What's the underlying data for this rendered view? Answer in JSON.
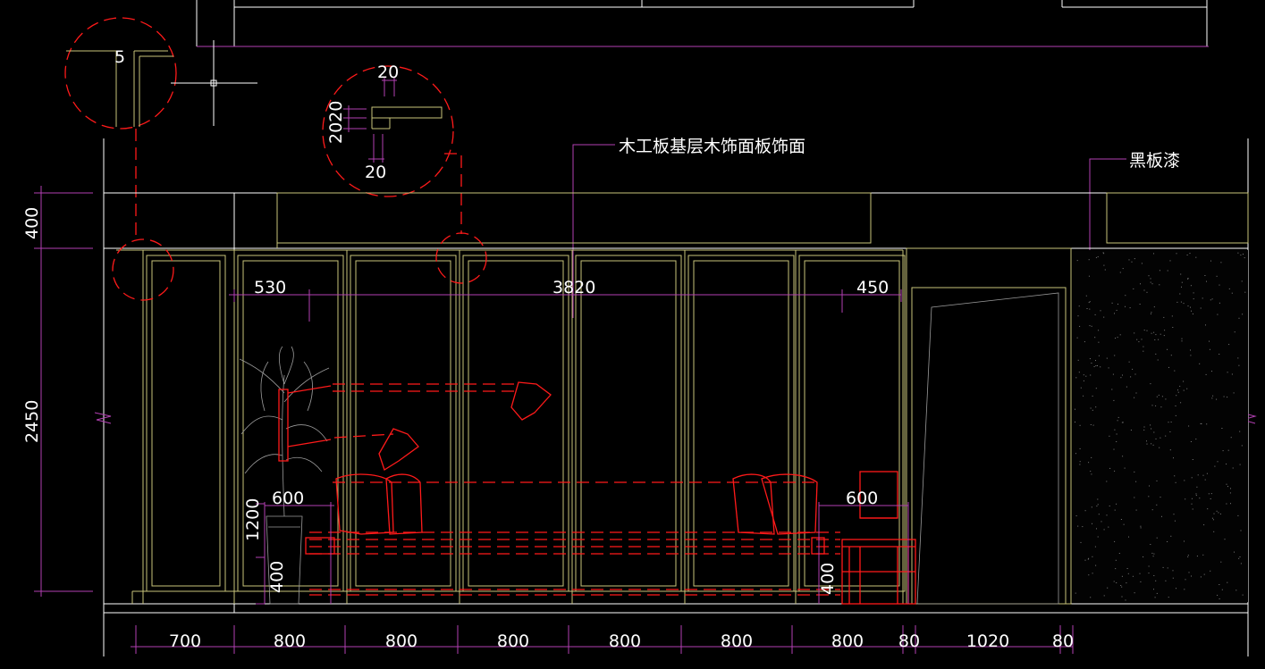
{
  "detail_top": {
    "dim": "5"
  },
  "detail_mid": {
    "top": "20",
    "side": "2020",
    "bottom": "20"
  },
  "notes": {
    "panel": "木工板基层木饰面板饰面",
    "blackboard": "黑板漆"
  },
  "left_dims": {
    "top": "400",
    "main": "2450"
  },
  "inner_dims": {
    "left": "530",
    "middle": "3820",
    "right": "450"
  },
  "furniture_dims": {
    "left_width": "600",
    "left_height": "1200",
    "left_low": "400",
    "right_width": "600",
    "right_low": "400"
  },
  "bottom_dims": [
    "700",
    "800",
    "800",
    "800",
    "800",
    "800",
    "800",
    "80",
    "1020",
    "80"
  ],
  "colors": {
    "background": "#000000",
    "line": "#ffffff",
    "dimension": "#b23fb2",
    "panel": "#c8c47a",
    "furniture": "#ff1a1a"
  }
}
